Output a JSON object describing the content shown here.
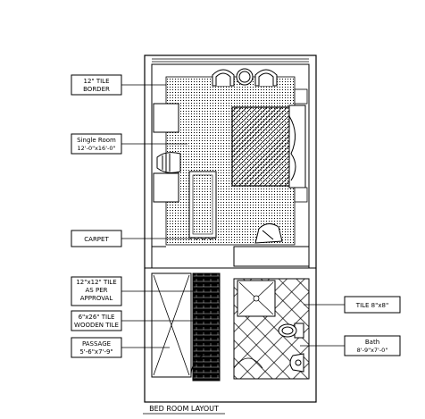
{
  "title": "BED ROOM LAYOUT",
  "labels": {
    "tile_border": [
      "12\" TILE",
      "BORDER"
    ],
    "single_room": [
      "Single Room",
      "12'-0\"x16'-0\""
    ],
    "carpet": [
      "CARPET"
    ],
    "tile_12": [
      "12\"x12\" TILE",
      "AS PER",
      "APPROVAL"
    ],
    "wooden_tile": [
      "6\"x26\" TILE",
      "WOODEN TILE"
    ],
    "passage": [
      "PASSAGE",
      "5'-6\"x7'-9\""
    ],
    "tile_8": [
      "TILE 8\"x8\""
    ],
    "bath": [
      "Bath",
      "8'-9\"x7'-0\""
    ]
  },
  "colors": {
    "line": "#000000",
    "paper": "#ffffff"
  }
}
